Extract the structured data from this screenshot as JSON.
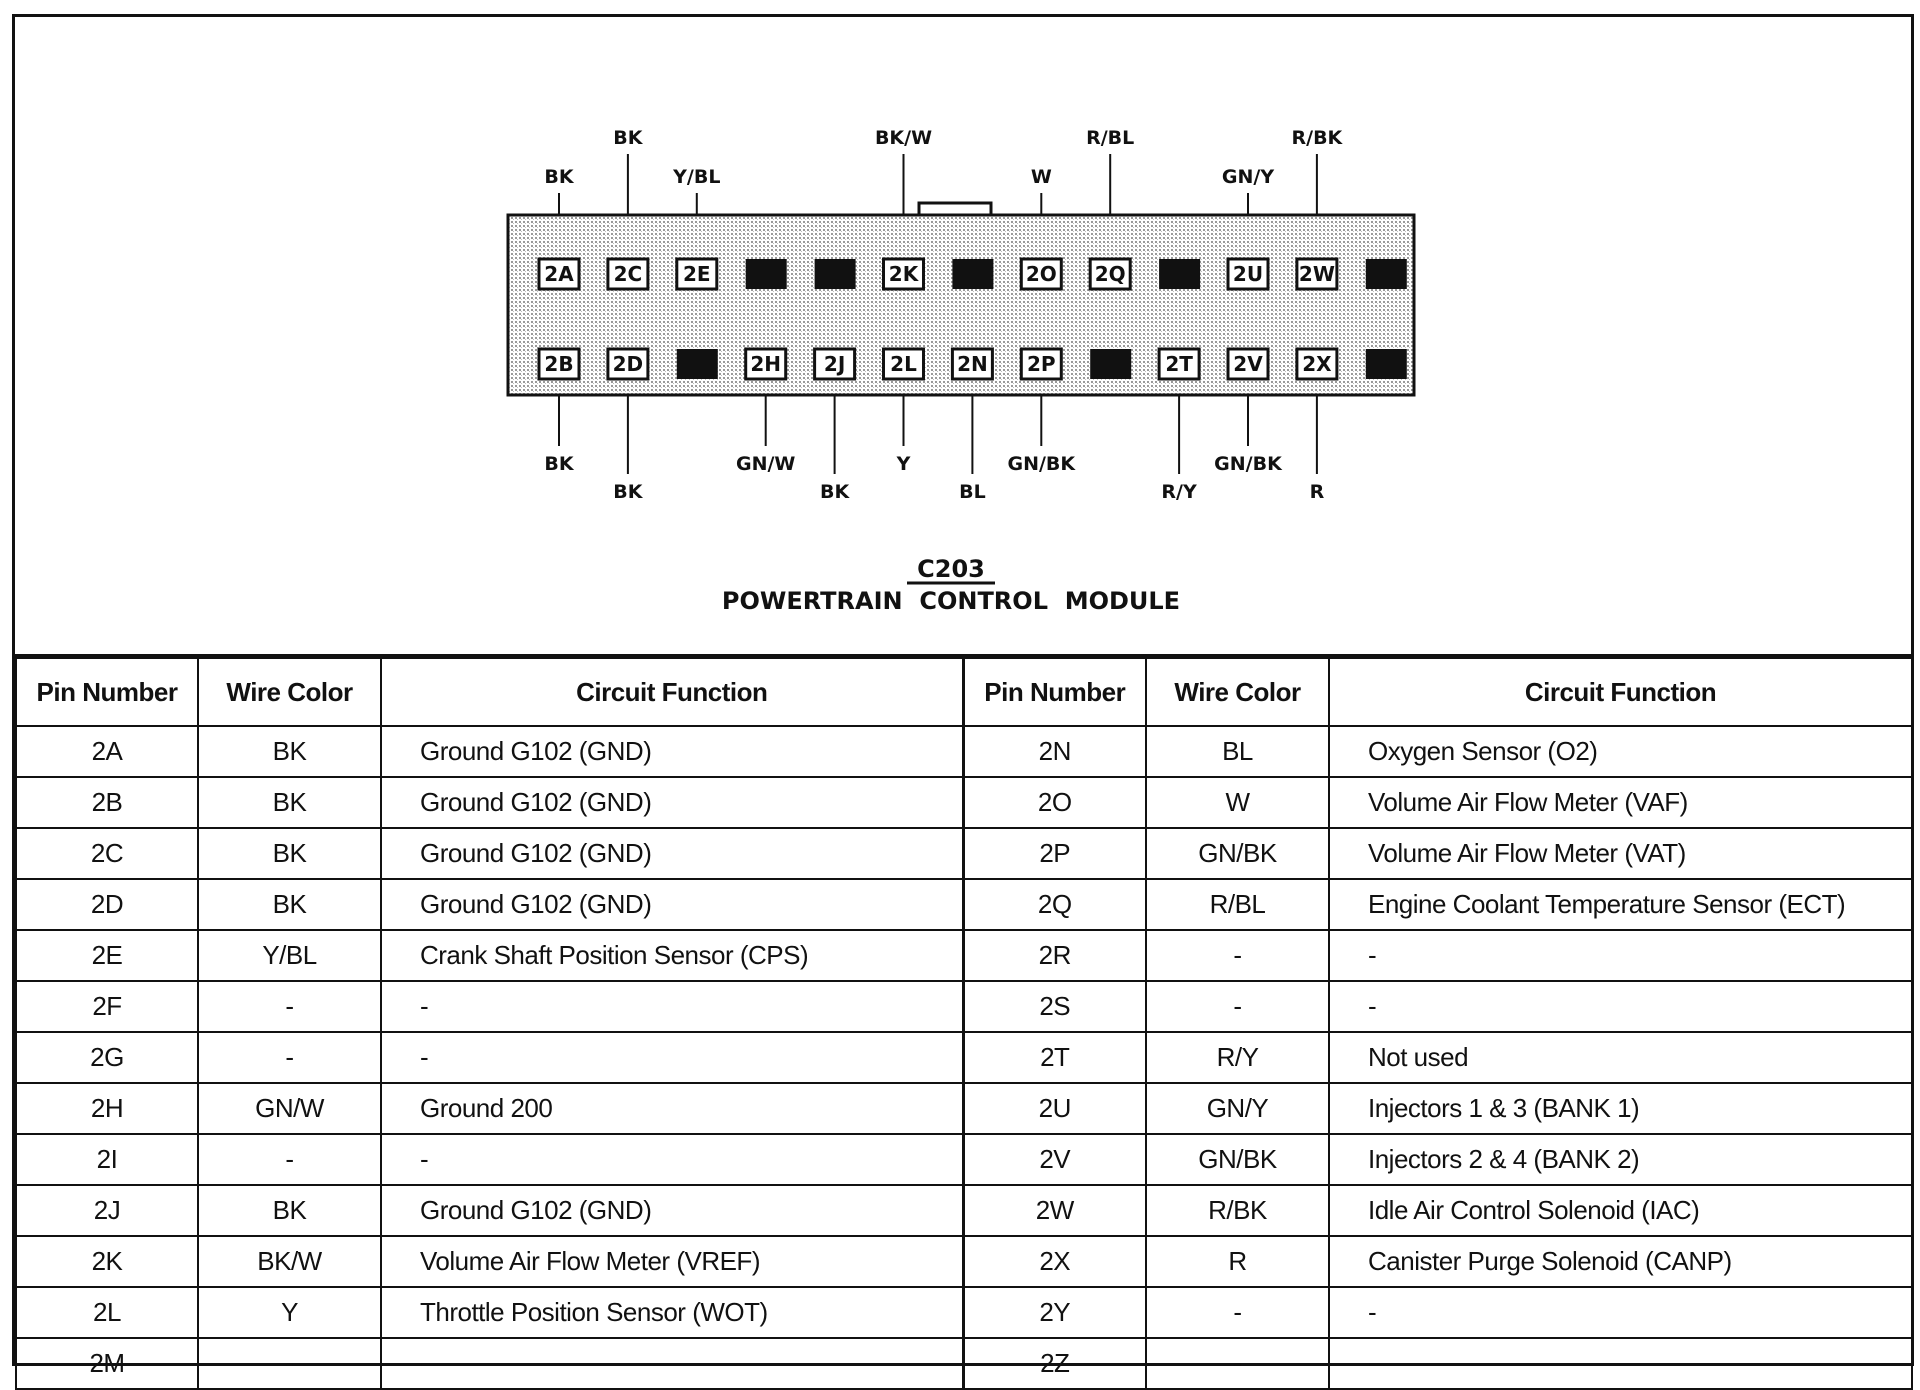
{
  "connector": {
    "id": "C203",
    "name": "POWERTRAIN  CONTROL  MODULE",
    "top_row": [
      {
        "pin": "2A",
        "wire": "BK"
      },
      {
        "pin": "2C",
        "wire": "BK"
      },
      {
        "pin": "2E",
        "wire": "Y/BL"
      },
      {
        "pin": "",
        "wire": ""
      },
      {
        "pin": "",
        "wire": ""
      },
      {
        "pin": "2K",
        "wire": "BK/W"
      },
      {
        "pin": "",
        "wire": ""
      },
      {
        "pin": "2O",
        "wire": "W"
      },
      {
        "pin": "2Q",
        "wire": "R/BL"
      },
      {
        "pin": "",
        "wire": ""
      },
      {
        "pin": "2U",
        "wire": "GN/Y"
      },
      {
        "pin": "2W",
        "wire": "R/BK"
      },
      {
        "pin": "",
        "wire": ""
      }
    ],
    "bottom_row": [
      {
        "pin": "2B",
        "wire": "BK"
      },
      {
        "pin": "2D",
        "wire": "BK"
      },
      {
        "pin": "",
        "wire": ""
      },
      {
        "pin": "2H",
        "wire": "GN/W"
      },
      {
        "pin": "2J",
        "wire": "BK"
      },
      {
        "pin": "2L",
        "wire": "Y"
      },
      {
        "pin": "2N",
        "wire": "BL"
      },
      {
        "pin": "2P",
        "wire": "GN/BK"
      },
      {
        "pin": "",
        "wire": ""
      },
      {
        "pin": "2T",
        "wire": "R/Y"
      },
      {
        "pin": "2V",
        "wire": "GN/BK"
      },
      {
        "pin": "2X",
        "wire": "R"
      },
      {
        "pin": "",
        "wire": ""
      }
    ]
  },
  "table": {
    "headers": [
      "Pin Number",
      "Wire Color",
      "Circuit Function",
      "Pin Number",
      "Wire Color",
      "Circuit Function"
    ],
    "rows": [
      {
        "l": [
          "2A",
          "BK",
          "Ground G102 (GND)"
        ],
        "r": [
          "2N",
          "BL",
          "Oxygen Sensor (O2)"
        ]
      },
      {
        "l": [
          "2B",
          "BK",
          "Ground G102 (GND)"
        ],
        "r": [
          "2O",
          "W",
          "Volume Air Flow Meter (VAF)"
        ]
      },
      {
        "l": [
          "2C",
          "BK",
          "Ground G102 (GND)"
        ],
        "r": [
          "2P",
          "GN/BK",
          "Volume Air Flow Meter (VAT)"
        ]
      },
      {
        "l": [
          "2D",
          "BK",
          "Ground G102 (GND)"
        ],
        "r": [
          "2Q",
          "R/BL",
          "Engine Coolant Temperature Sensor (ECT)"
        ]
      },
      {
        "l": [
          "2E",
          "Y/BL",
          "Crank Shaft Position Sensor (CPS)"
        ],
        "r": [
          "2R",
          "-",
          "-"
        ]
      },
      {
        "l": [
          "2F",
          "-",
          "-"
        ],
        "r": [
          "2S",
          "-",
          "-"
        ]
      },
      {
        "l": [
          "2G",
          "-",
          "-"
        ],
        "r": [
          "2T",
          "R/Y",
          "Not used"
        ]
      },
      {
        "l": [
          "2H",
          "GN/W",
          "Ground 200"
        ],
        "r": [
          "2U",
          "GN/Y",
          "Injectors 1 & 3 (BANK 1)"
        ]
      },
      {
        "l": [
          "2I",
          "-",
          "-"
        ],
        "r": [
          "2V",
          "GN/BK",
          "Injectors 2 & 4 (BANK 2)"
        ]
      },
      {
        "l": [
          "2J",
          "BK",
          "Ground G102 (GND)"
        ],
        "r": [
          "2W",
          "R/BK",
          "Idle Air Control Solenoid (IAC)"
        ]
      },
      {
        "l": [
          "2K",
          "BK/W",
          "Volume Air Flow Meter (VREF)"
        ],
        "r": [
          "2X",
          "R",
          "Canister Purge Solenoid (CANP)"
        ]
      },
      {
        "l": [
          "2L",
          "Y",
          "Throttle Position Sensor (WOT)"
        ],
        "r": [
          "2Y",
          "-",
          "-"
        ]
      },
      {
        "l": [
          "2M",
          "-",
          "-"
        ],
        "r": [
          "2Z",
          "-",
          "-"
        ]
      }
    ]
  }
}
